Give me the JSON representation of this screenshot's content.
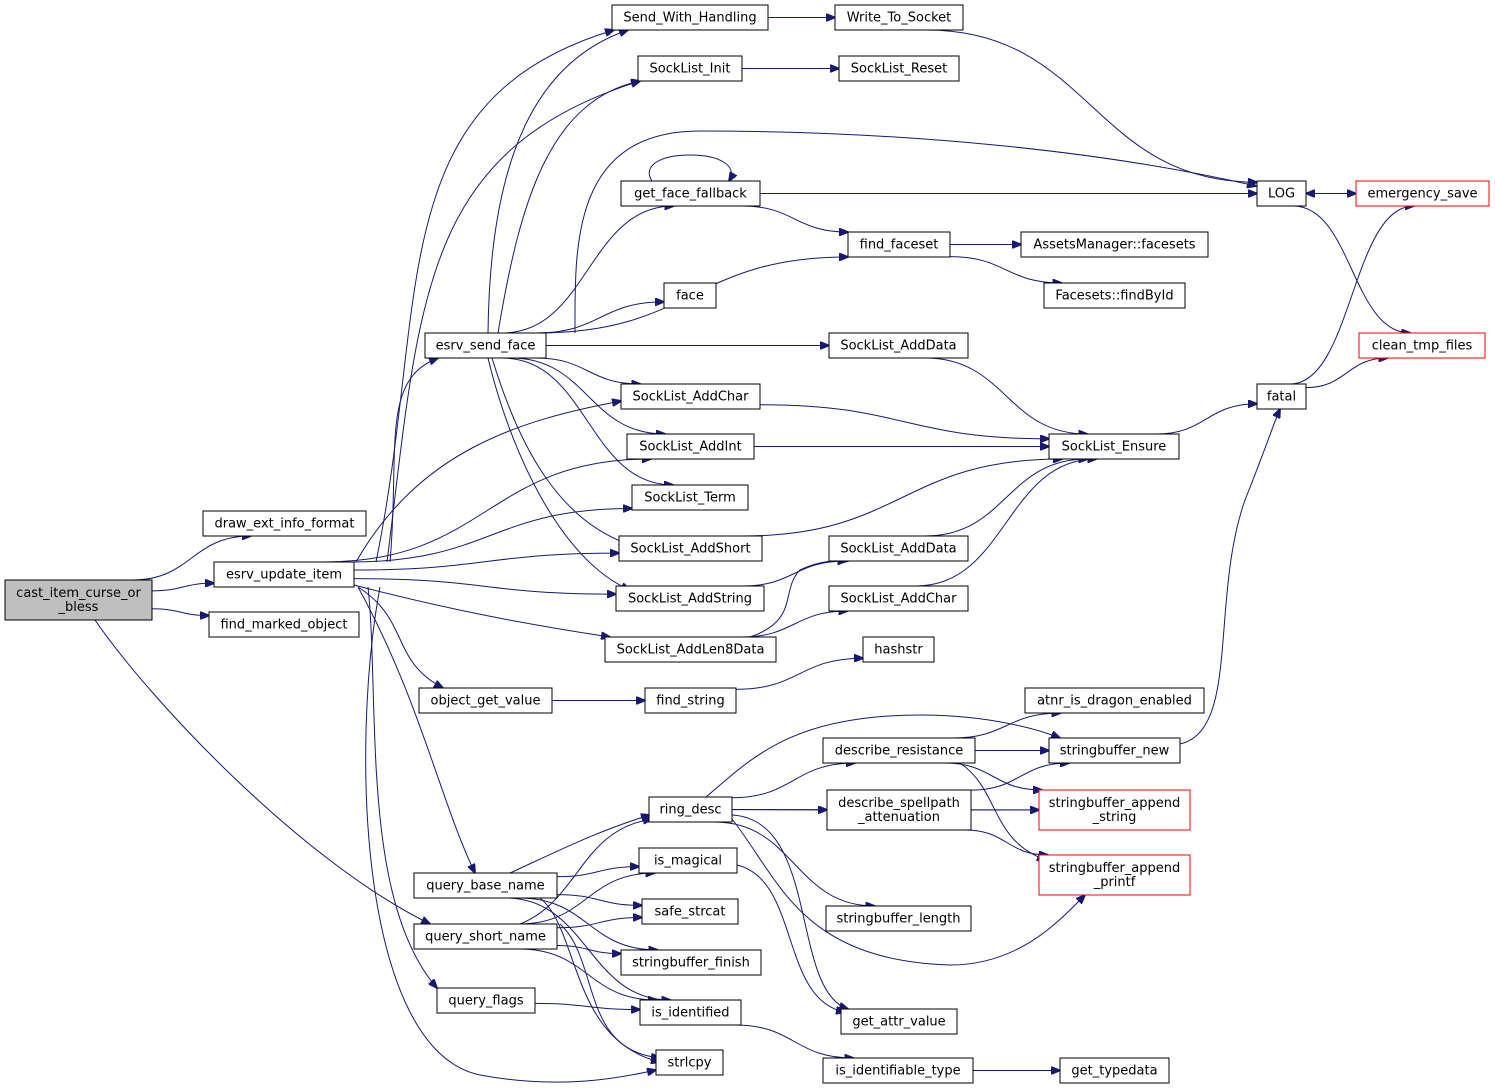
{
  "graph": {
    "nodes": [
      {
        "id": "cast",
        "lines": [
          "cast_item_curse_or",
          "_bless"
        ],
        "root": true
      },
      {
        "id": "draw_ext",
        "lines": [
          "draw_ext_info_format"
        ]
      },
      {
        "id": "esrv_update",
        "lines": [
          "esrv_update_item"
        ]
      },
      {
        "id": "find_marked",
        "lines": [
          "find_marked_object"
        ]
      },
      {
        "id": "query_short",
        "lines": [
          "query_short_name"
        ]
      },
      {
        "id": "send_with",
        "lines": [
          "Send_With_Handling"
        ]
      },
      {
        "id": "write_sock",
        "lines": [
          "Write_To_Socket"
        ]
      },
      {
        "id": "sl_init",
        "lines": [
          "SockList_Init"
        ]
      },
      {
        "id": "sl_reset",
        "lines": [
          "SockList_Reset"
        ]
      },
      {
        "id": "get_face_fb",
        "lines": [
          "get_face_fallback"
        ]
      },
      {
        "id": "log",
        "lines": [
          "LOG"
        ]
      },
      {
        "id": "emergency",
        "lines": [
          "emergency_save"
        ],
        "truncated": true
      },
      {
        "id": "find_faceset",
        "lines": [
          "find_faceset"
        ]
      },
      {
        "id": "am_facesets",
        "lines": [
          "AssetsManager::facesets"
        ]
      },
      {
        "id": "fs_findbyid",
        "lines": [
          "Facesets::findById"
        ]
      },
      {
        "id": "face",
        "lines": [
          "face"
        ]
      },
      {
        "id": "esrv_send",
        "lines": [
          "esrv_send_face"
        ]
      },
      {
        "id": "sl_adddata1",
        "lines": [
          "SockList_AddData"
        ]
      },
      {
        "id": "clean_tmp",
        "lines": [
          "clean_tmp_files"
        ],
        "truncated": true
      },
      {
        "id": "sl_addchar1",
        "lines": [
          "SockList_AddChar"
        ]
      },
      {
        "id": "fatal",
        "lines": [
          "fatal"
        ]
      },
      {
        "id": "sl_addint",
        "lines": [
          "SockList_AddInt"
        ]
      },
      {
        "id": "sl_ensure",
        "lines": [
          "SockList_Ensure"
        ]
      },
      {
        "id": "sl_term",
        "lines": [
          "SockList_Term"
        ]
      },
      {
        "id": "sl_addshort",
        "lines": [
          "SockList_AddShort"
        ]
      },
      {
        "id": "sl_adddata2",
        "lines": [
          "SockList_AddData"
        ]
      },
      {
        "id": "sl_addstring",
        "lines": [
          "SockList_AddString"
        ]
      },
      {
        "id": "sl_addchar2",
        "lines": [
          "SockList_AddChar"
        ]
      },
      {
        "id": "sl_addlen8",
        "lines": [
          "SockList_AddLen8Data"
        ]
      },
      {
        "id": "hashstr",
        "lines": [
          "hashstr"
        ]
      },
      {
        "id": "obj_get_value",
        "lines": [
          "object_get_value"
        ]
      },
      {
        "id": "find_string",
        "lines": [
          "find_string"
        ]
      },
      {
        "id": "atnr",
        "lines": [
          "atnr_is_dragon_enabled"
        ]
      },
      {
        "id": "describe_res",
        "lines": [
          "describe_resistance"
        ]
      },
      {
        "id": "sb_new",
        "lines": [
          "stringbuffer_new"
        ]
      },
      {
        "id": "ring_desc",
        "lines": [
          "ring_desc"
        ]
      },
      {
        "id": "describe_sp",
        "lines": [
          "describe_spellpath",
          "_attenuation"
        ]
      },
      {
        "id": "sb_append_str",
        "lines": [
          "stringbuffer_append",
          "_string"
        ],
        "truncated": true
      },
      {
        "id": "is_magical",
        "lines": [
          "is_magical"
        ]
      },
      {
        "id": "sb_append_pf",
        "lines": [
          "stringbuffer_append",
          "_printf"
        ],
        "truncated": true
      },
      {
        "id": "query_base",
        "lines": [
          "query_base_name"
        ]
      },
      {
        "id": "safe_strcat",
        "lines": [
          "safe_strcat"
        ]
      },
      {
        "id": "sb_length",
        "lines": [
          "stringbuffer_length"
        ]
      },
      {
        "id": "sb_finish",
        "lines": [
          "stringbuffer_finish"
        ]
      },
      {
        "id": "query_flags",
        "lines": [
          "query_flags"
        ]
      },
      {
        "id": "is_identified",
        "lines": [
          "is_identified"
        ]
      },
      {
        "id": "get_attr",
        "lines": [
          "get_attr_value"
        ]
      },
      {
        "id": "strlcpy",
        "lines": [
          "strlcpy"
        ]
      },
      {
        "id": "is_ident_type",
        "lines": [
          "is_identifiable_type"
        ]
      },
      {
        "id": "get_typedata",
        "lines": [
          "get_typedata"
        ]
      }
    ],
    "edges": [
      [
        "cast",
        "draw_ext"
      ],
      [
        "cast",
        "esrv_update"
      ],
      [
        "cast",
        "find_marked"
      ],
      [
        "cast",
        "query_short"
      ],
      [
        "send_with",
        "write_sock"
      ],
      [
        "sl_init",
        "sl_reset"
      ],
      [
        "write_sock",
        "log"
      ],
      [
        "get_face_fb",
        "log"
      ],
      [
        "get_face_fb",
        "get_face_fb"
      ],
      [
        "get_face_fb",
        "find_faceset"
      ],
      [
        "log",
        "emergency"
      ],
      [
        "emergency",
        "log"
      ],
      [
        "log",
        "clean_tmp"
      ],
      [
        "find_faceset",
        "am_facesets"
      ],
      [
        "find_faceset",
        "fs_findbyid"
      ],
      [
        "esrv_send",
        "send_with"
      ],
      [
        "esrv_send",
        "sl_init"
      ],
      [
        "esrv_send",
        "log"
      ],
      [
        "esrv_send",
        "get_face_fb"
      ],
      [
        "esrv_send",
        "find_faceset"
      ],
      [
        "esrv_send",
        "face"
      ],
      [
        "esrv_send",
        "sl_adddata1"
      ],
      [
        "esrv_send",
        "sl_addchar1"
      ],
      [
        "esrv_send",
        "sl_addint"
      ],
      [
        "esrv_send",
        "sl_term"
      ],
      [
        "esrv_send",
        "sl_addshort"
      ],
      [
        "esrv_send",
        "sl_addstring"
      ],
      [
        "sl_adddata1",
        "sl_ensure"
      ],
      [
        "sl_addchar1",
        "sl_ensure"
      ],
      [
        "sl_addint",
        "sl_ensure"
      ],
      [
        "sl_addshort",
        "sl_ensure"
      ],
      [
        "sl_adddata2",
        "sl_ensure"
      ],
      [
        "sl_addchar2",
        "sl_ensure"
      ],
      [
        "sl_ensure",
        "fatal"
      ],
      [
        "fatal",
        "emergency"
      ],
      [
        "fatal",
        "clean_tmp"
      ],
      [
        "sl_addstring",
        "sl_adddata2"
      ],
      [
        "sl_addlen8",
        "sl_addchar2"
      ],
      [
        "sl_addlen8",
        "sl_adddata2"
      ],
      [
        "esrv_update",
        "send_with"
      ],
      [
        "esrv_update",
        "sl_init"
      ],
      [
        "esrv_update",
        "esrv_send"
      ],
      [
        "esrv_update",
        "sl_addchar1"
      ],
      [
        "esrv_update",
        "sl_addint"
      ],
      [
        "esrv_update",
        "sl_term"
      ],
      [
        "esrv_update",
        "sl_addshort"
      ],
      [
        "esrv_update",
        "sl_addstring"
      ],
      [
        "esrv_update",
        "sl_addlen8"
      ],
      [
        "esrv_update",
        "obj_get_value"
      ],
      [
        "esrv_update",
        "query_base"
      ],
      [
        "esrv_update",
        "query_flags"
      ],
      [
        "esrv_update",
        "strlcpy"
      ],
      [
        "obj_get_value",
        "find_string"
      ],
      [
        "find_string",
        "hashstr"
      ],
      [
        "describe_res",
        "atnr"
      ],
      [
        "describe_res",
        "sb_new"
      ],
      [
        "describe_res",
        "sb_append_str"
      ],
      [
        "describe_res",
        "sb_append_pf"
      ],
      [
        "sb_new",
        "fatal"
      ],
      [
        "ring_desc",
        "sb_new"
      ],
      [
        "ring_desc",
        "describe_res"
      ],
      [
        "ring_desc",
        "describe_sp"
      ],
      [
        "ring_desc",
        "sb_append_str"
      ],
      [
        "ring_desc",
        "sb_append_pf"
      ],
      [
        "ring_desc",
        "sb_length"
      ],
      [
        "ring_desc",
        "get_attr"
      ],
      [
        "describe_sp",
        "sb_new"
      ],
      [
        "describe_sp",
        "sb_append_str"
      ],
      [
        "describe_sp",
        "sb_append_pf"
      ],
      [
        "is_magical",
        "get_attr"
      ],
      [
        "query_base",
        "ring_desc"
      ],
      [
        "query_base",
        "is_magical"
      ],
      [
        "query_base",
        "safe_strcat"
      ],
      [
        "query_base",
        "sb_finish"
      ],
      [
        "query_base",
        "is_identified"
      ],
      [
        "query_base",
        "strlcpy"
      ],
      [
        "query_short",
        "ring_desc"
      ],
      [
        "query_short",
        "is_magical"
      ],
      [
        "query_short",
        "safe_strcat"
      ],
      [
        "query_short",
        "sb_finish"
      ],
      [
        "query_short",
        "is_identified"
      ],
      [
        "query_short",
        "strlcpy"
      ],
      [
        "query_flags",
        "is_identified"
      ],
      [
        "is_identified",
        "is_ident_type"
      ],
      [
        "is_ident_type",
        "get_typedata"
      ]
    ]
  }
}
